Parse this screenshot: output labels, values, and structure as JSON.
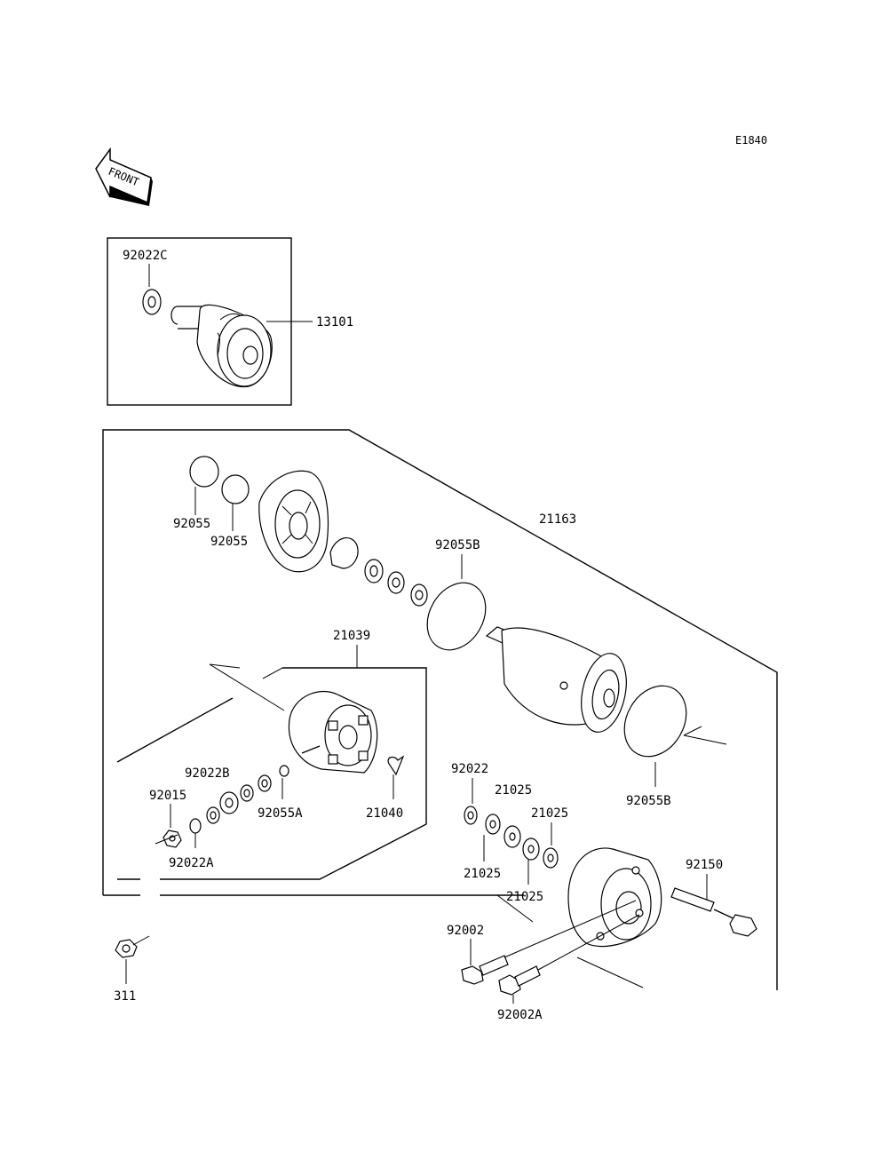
{
  "diagram_id": "E1840",
  "front_label": "FRONT",
  "labels": {
    "l_92022C": "92022C",
    "l_13101": "13101",
    "l_21163": "21163",
    "l_92055_a": "92055",
    "l_92055_b": "92055",
    "l_92055B_top": "92055B",
    "l_21039": "21039",
    "l_92022B": "92022B",
    "l_92015": "92015",
    "l_92055A": "92055A",
    "l_21040": "21040",
    "l_92022A": "92022A",
    "l_92022": "92022",
    "l_21025_a": "21025",
    "l_21025_b": "21025",
    "l_21025_c": "21025",
    "l_21025_d": "21025",
    "l_92055B_bottom": "92055B",
    "l_92150": "92150",
    "l_92002": "92002",
    "l_92002A": "92002A",
    "l_311": "311"
  }
}
